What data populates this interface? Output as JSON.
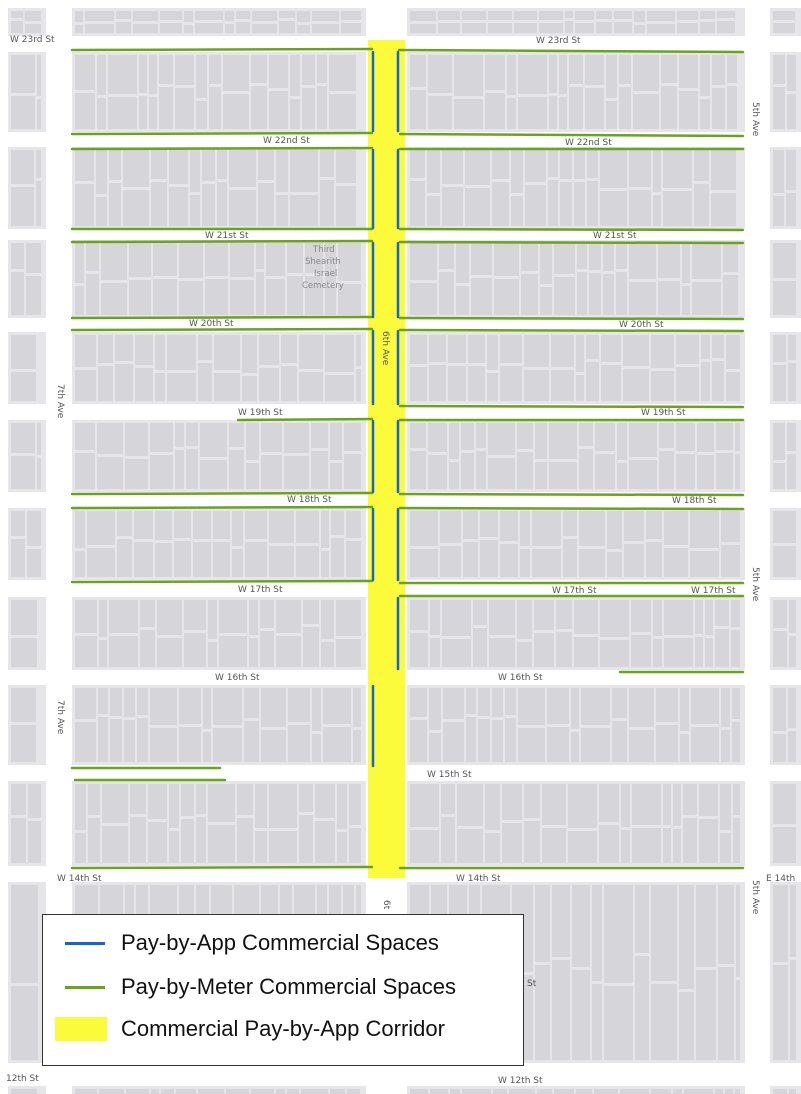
{
  "colors": {
    "background": "#ffffff",
    "block": "#e6e6ea",
    "building": "#d5d5da",
    "pay_by_app": "#1565d8",
    "pay_by_meter": "#6aa31e",
    "corridor": "#fbfb3c"
  },
  "streets": {
    "w23": "W 23rd St",
    "w22": "W 22nd St",
    "w21": "W 21st St",
    "w20": "W 20th St",
    "w19": "W 19th St",
    "w18": "W 18th St",
    "w17": "W 17th St",
    "w16": "W 16th St",
    "w15": "W 15th St",
    "w14": "W 14th St",
    "e14": "E 14th",
    "w12": "W 12th St",
    "s12": "12th St",
    "ave5": "5th Ave",
    "ave6": "6th Ave",
    "ave6_partial": "6t",
    "ave7": "7th Ave",
    "st_fragment": "St"
  },
  "poi": [
    "Third",
    "Shearith",
    "Israel",
    "Cemetery"
  ],
  "legend": {
    "items": [
      {
        "label": "Pay-by-App Commercial Spaces",
        "color": "#1565d8",
        "kind": "line"
      },
      {
        "label": "Pay-by-Meter Commercial Spaces",
        "color": "#6aa31e",
        "kind": "line"
      },
      {
        "label": "Commercial Pay-by-App Corridor",
        "color": "#fbfb3c",
        "kind": "box"
      }
    ]
  }
}
